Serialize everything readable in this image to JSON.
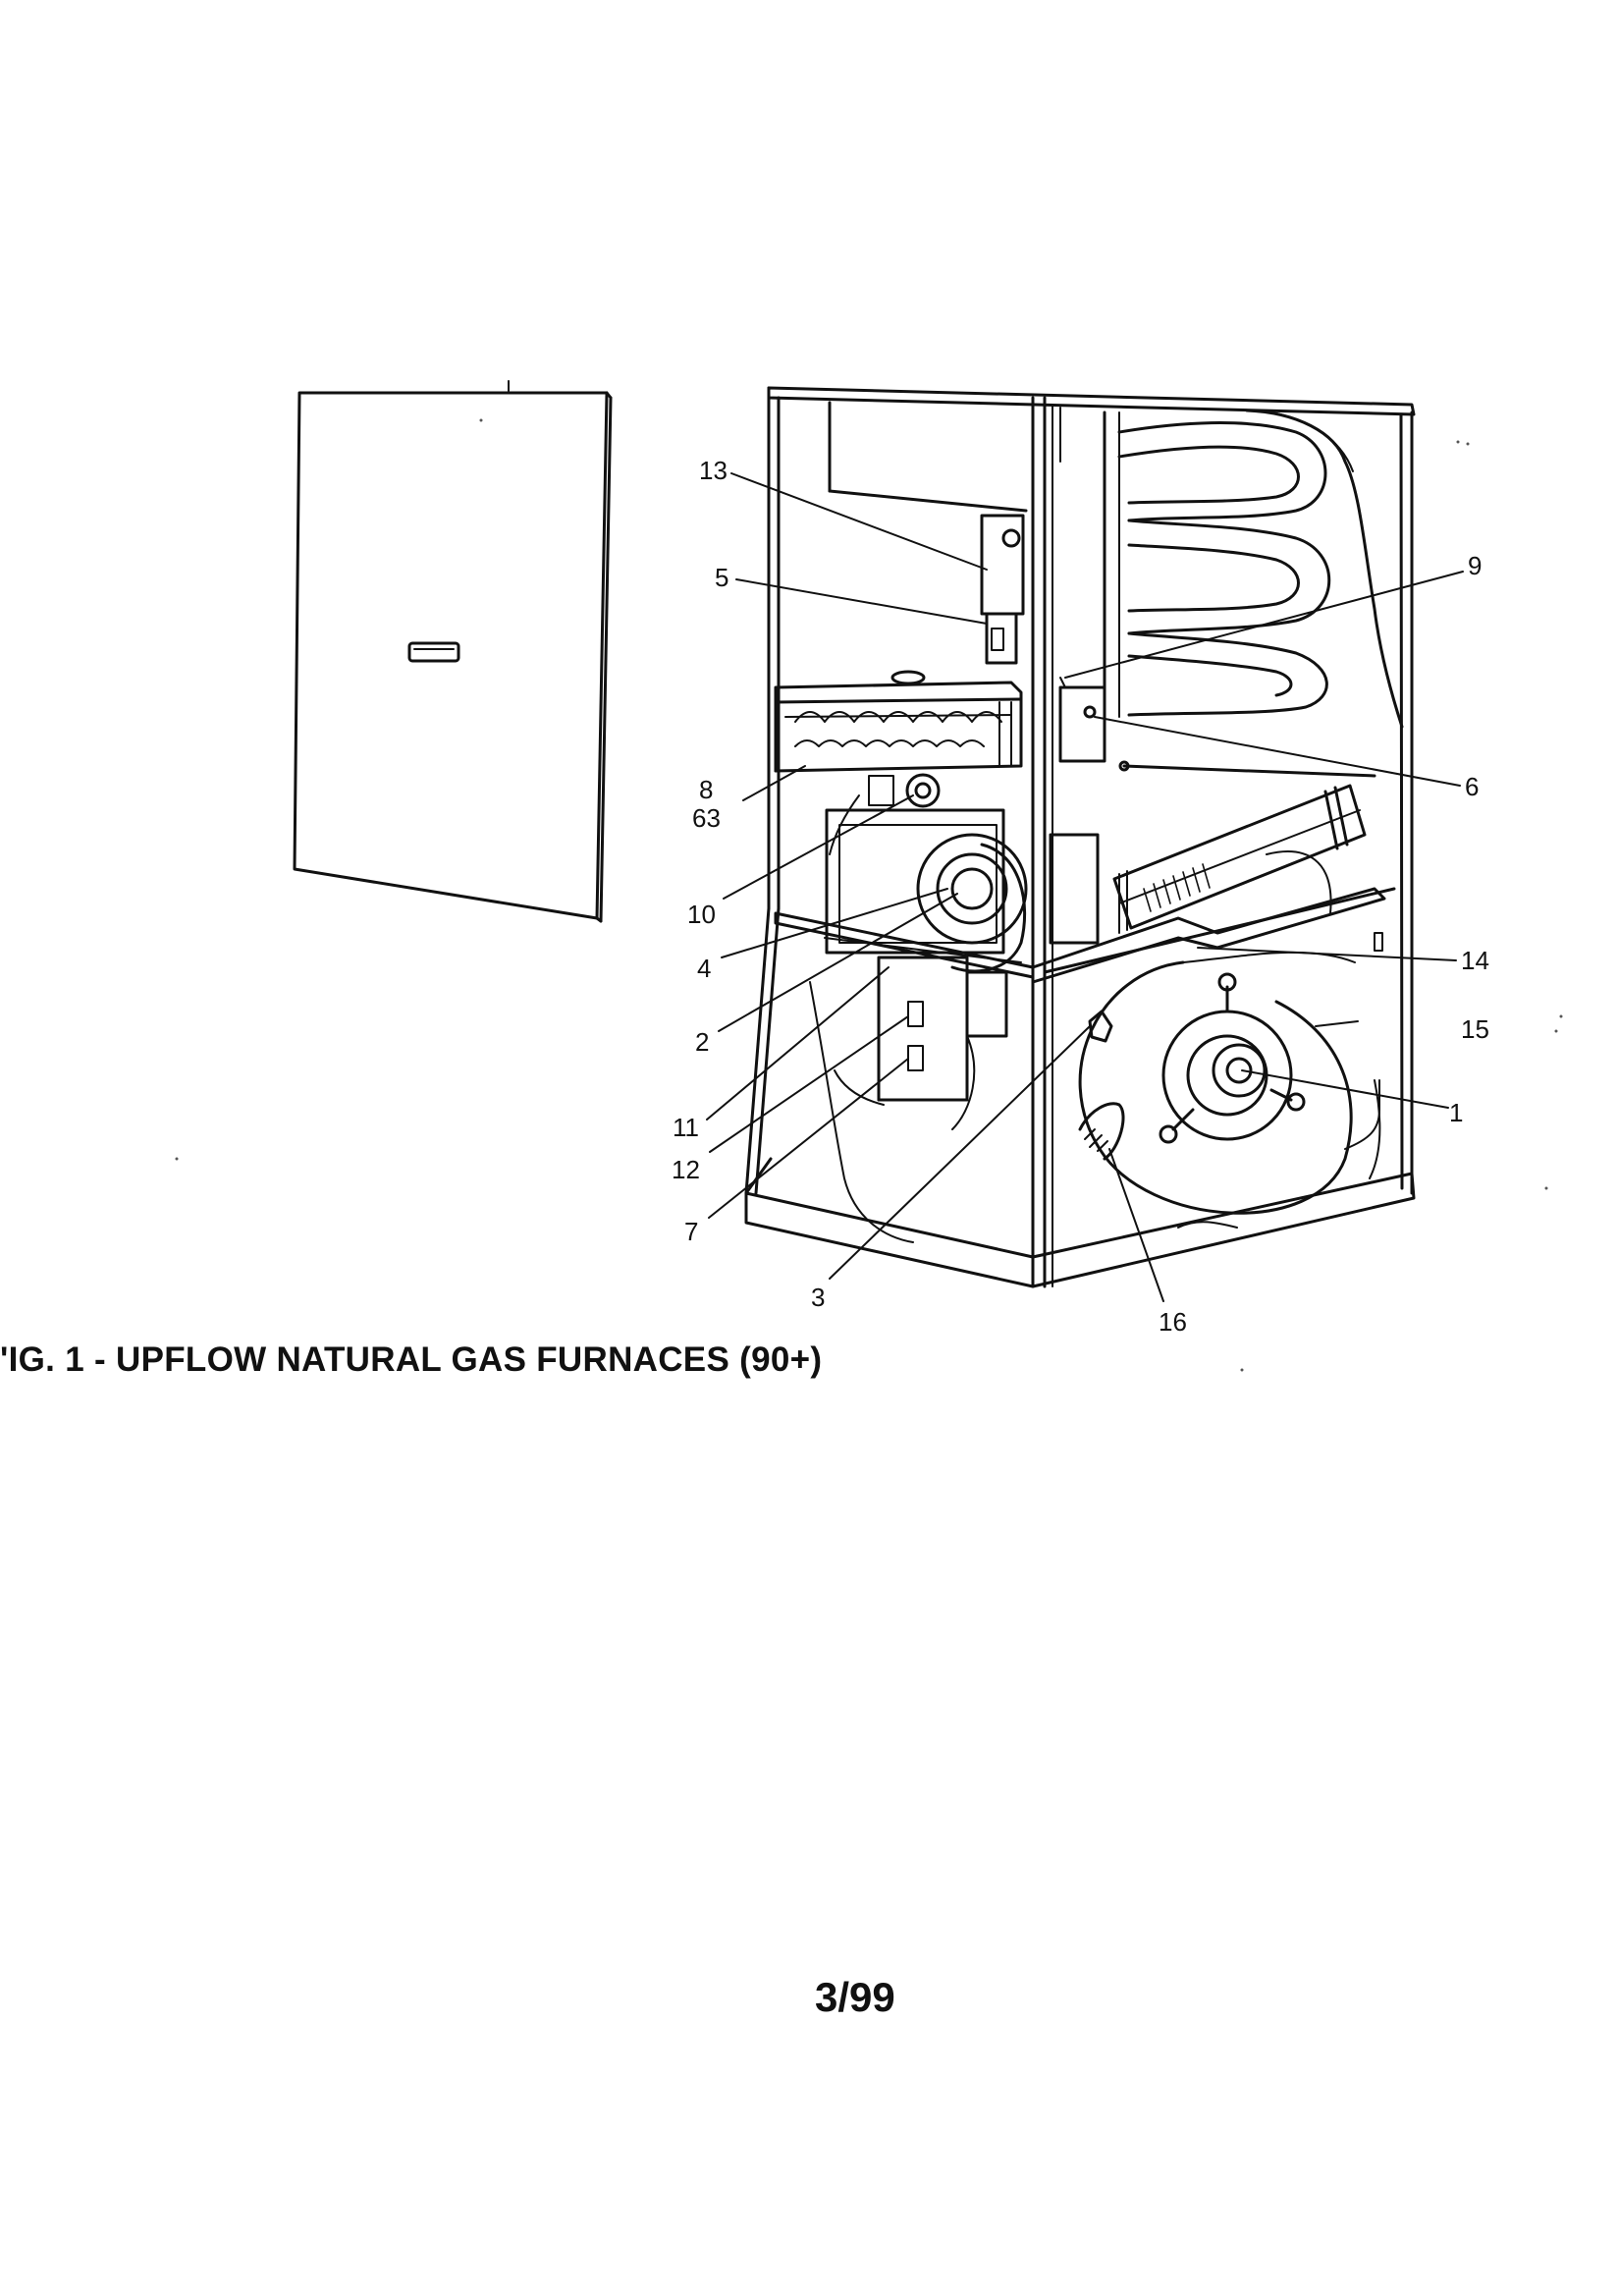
{
  "figure": {
    "caption": "'IG. 1 - UPFLOW NATURAL GAS FURNACES (90+)",
    "page_number": "3/99"
  },
  "callouts": [
    {
      "id": "13",
      "label": "13"
    },
    {
      "id": "5",
      "label": "5"
    },
    {
      "id": "9",
      "label": "9"
    },
    {
      "id": "8",
      "label": "8"
    },
    {
      "id": "63",
      "label": "63"
    },
    {
      "id": "6",
      "label": "6"
    },
    {
      "id": "10",
      "label": "10"
    },
    {
      "id": "4",
      "label": "4"
    },
    {
      "id": "14",
      "label": "14"
    },
    {
      "id": "15",
      "label": "15"
    },
    {
      "id": "2",
      "label": "2"
    },
    {
      "id": "1",
      "label": "1"
    },
    {
      "id": "11",
      "label": "11"
    },
    {
      "id": "12",
      "label": "12"
    },
    {
      "id": "7",
      "label": "7"
    },
    {
      "id": "3",
      "label": "3"
    },
    {
      "id": "16",
      "label": "16"
    }
  ]
}
